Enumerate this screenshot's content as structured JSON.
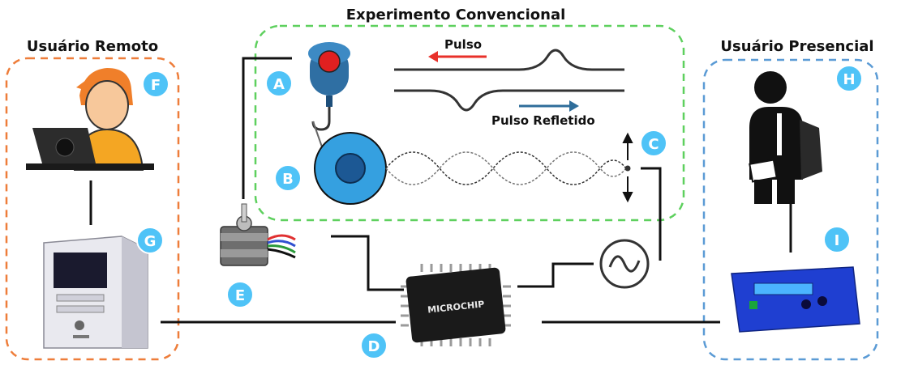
{
  "titles": {
    "experiment": "Experimento Convencional",
    "remote": "Usuário Remoto",
    "local": "Usuário Presencial"
  },
  "labels": {
    "pulse": "Pulso",
    "reflected": "Pulso Refletido"
  },
  "badges": {
    "a": "A",
    "b": "B",
    "c": "C",
    "d": "D",
    "e": "E",
    "f": "F",
    "g": "G",
    "h": "H",
    "i": "I"
  },
  "chip": {
    "brand": "MICROCHIP"
  },
  "colors": {
    "remote_border": "#ee7d3a",
    "experiment_border": "#5ed05e",
    "local_border": "#5b9bd5",
    "badge_fill": "#4fc3f7",
    "arrow_pulse": "#e8302a",
    "arrow_reflected": "#2e6d9a",
    "device_blue": "#1f3fd1",
    "wheel_blue": "#35a0e0"
  }
}
